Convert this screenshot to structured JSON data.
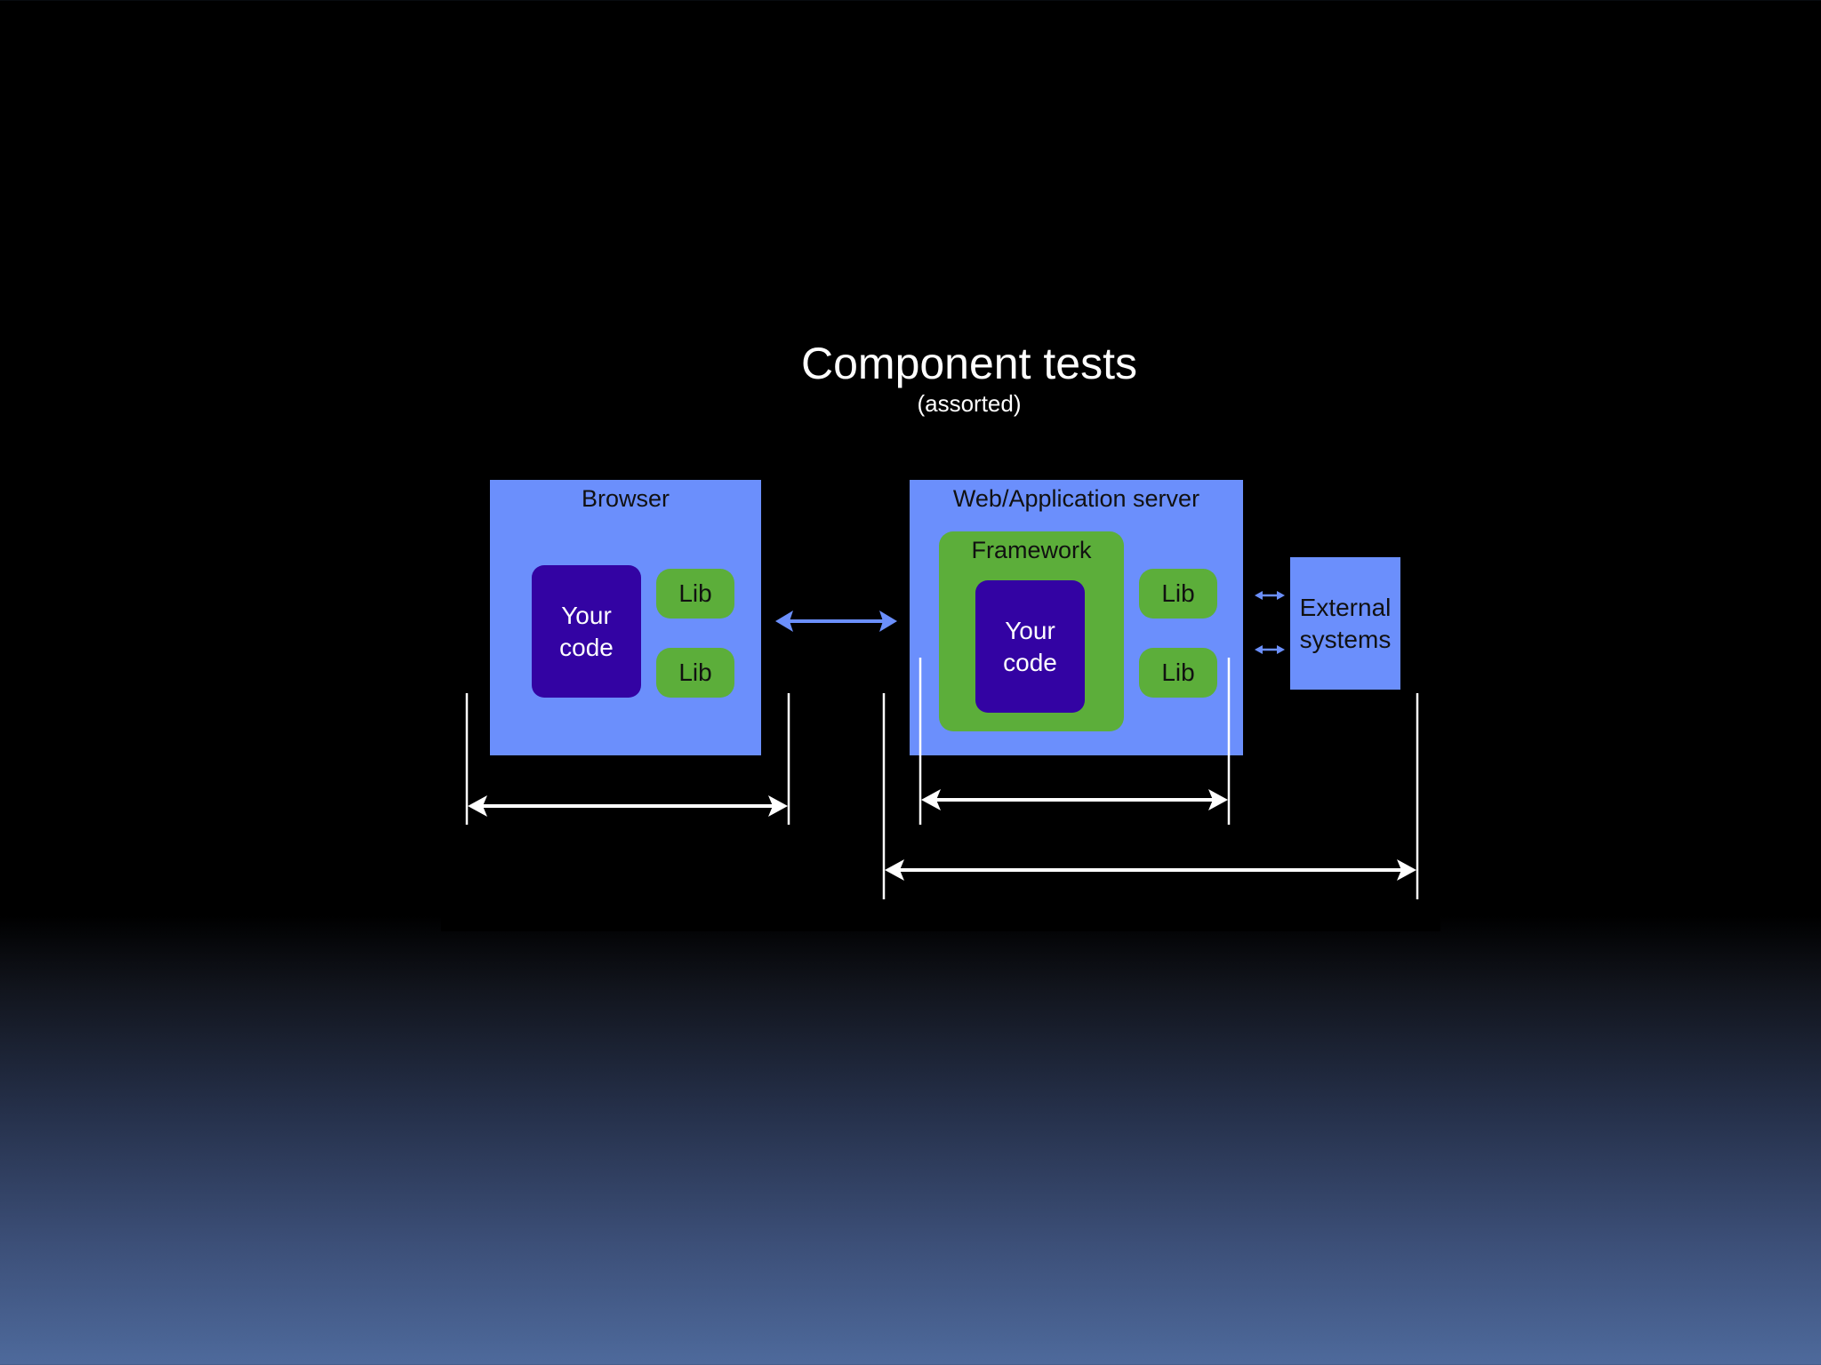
{
  "title": "Component tests",
  "subtitle": "(assorted)",
  "browser": {
    "label": "Browser",
    "your_code": "Your\ncode",
    "lib_top": "Lib",
    "lib_bottom": "Lib"
  },
  "server": {
    "label": "Web/Application server",
    "framework_label": "Framework",
    "your_code": "Your\ncode",
    "lib_top": "Lib",
    "lib_bottom": "Lib"
  },
  "external": {
    "label": "External\nsystems"
  },
  "colors": {
    "container_blue": "#6b8ffc",
    "framework_green": "#5cae3a",
    "code_purple": "#3303a3",
    "scope_arrow": "#ffffff",
    "connector_arrow": "#6b8ffc"
  }
}
